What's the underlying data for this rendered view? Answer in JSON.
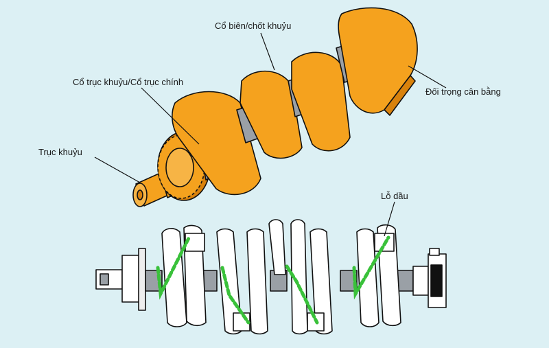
{
  "labels": {
    "crankshaft": "Trục khuỷu",
    "main_journal": "Cổ trục khuỷu/Cổ trục chính",
    "crank_pin": "Cổ biên/chốt khuỷu",
    "counterweight": "Đối trọng cân bằng",
    "oil_hole": "Lỗ dầu"
  },
  "colors": {
    "background": "#dcf0f4",
    "orange": "#f5a21e",
    "orange_dark": "#d9820c",
    "steel": "#9aa0a6",
    "outline": "#111111",
    "oil_passage": "#39c13a"
  }
}
